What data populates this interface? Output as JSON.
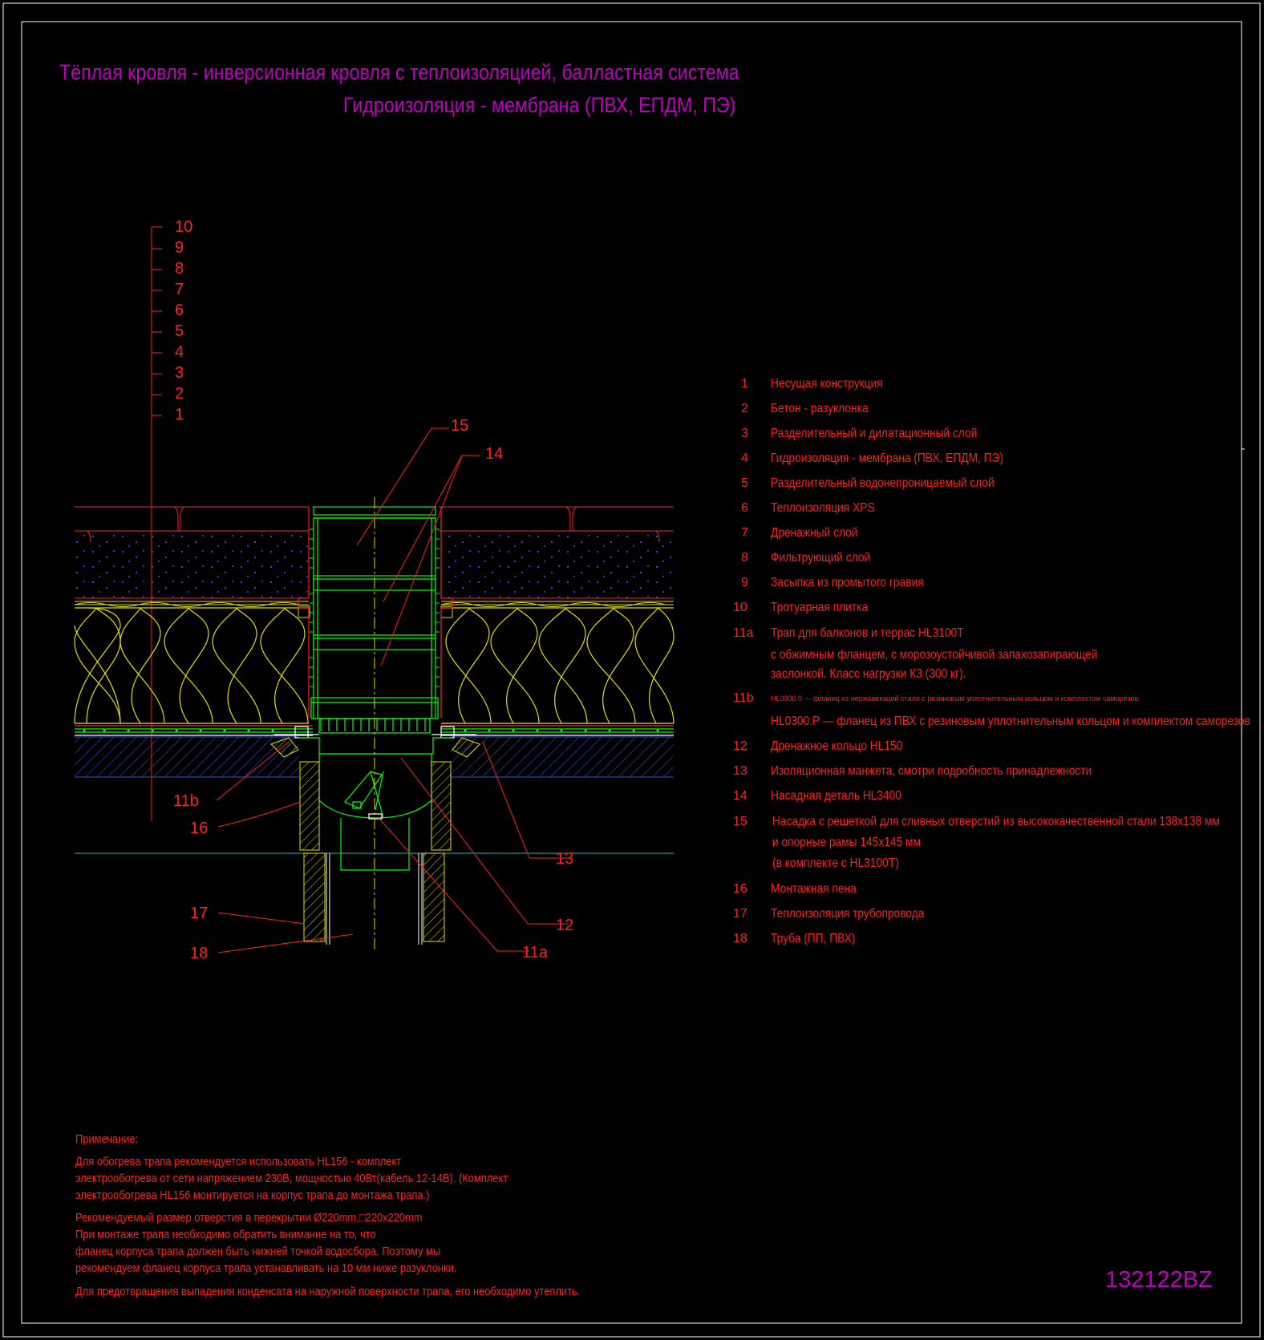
{
  "title": {
    "line1": "Тёплая кровля - инверсионная кровля с теплоизоляцией, балластная система",
    "line2": "Гидроизоляция - мембрана (ПВХ, ЕПДМ, ПЭ)"
  },
  "layer_scale": [
    "10",
    "9",
    "8",
    "7",
    "6",
    "5",
    "4",
    "3",
    "2",
    "1"
  ],
  "callouts": {
    "c15": "15",
    "c14": "14",
    "c11b": "11b",
    "c16": "16",
    "c13": "13",
    "c12": "12",
    "c17": "17",
    "c18": "18",
    "c11a": "11a"
  },
  "legend": [
    {
      "num": "1",
      "lines": [
        "Несущая конструкция"
      ]
    },
    {
      "num": "2",
      "lines": [
        "Бетон - разуклонка"
      ]
    },
    {
      "num": "3",
      "lines": [
        "Разделительный и дилатационный слой"
      ]
    },
    {
      "num": "4",
      "lines": [
        "Гидроизоляция - мембрана (ПВХ, ЕПДМ, ПЭ)"
      ]
    },
    {
      "num": "5",
      "lines": [
        "Разделительный водонепроницаемый слой"
      ]
    },
    {
      "num": "6",
      "lines": [
        "Теплоизоляция XPS"
      ]
    },
    {
      "num": "7",
      "lines": [
        "Дренажный слой"
      ]
    },
    {
      "num": "8",
      "lines": [
        "Фильтрующий слой"
      ]
    },
    {
      "num": "9",
      "lines": [
        "Засыпка из промытого гравия"
      ]
    },
    {
      "num": "10",
      "lines": [
        "Тротуарная плитка"
      ]
    },
    {
      "num": "11a",
      "lines": [
        "Трап для балконов и террас HL3100T",
        "с обжимным фланцем, с морозоустойчивой запахозапирающей",
        "заслонкой. Класс нагрузки К3 (300 кг)."
      ]
    },
    {
      "num": "11b",
      "small": "HL0300.0 — фланец из нержавеющей стали с резиновым уплотнительным кольцом и комплектом саморезов",
      "lines": [
        "HL0300.P — фланец из ПВХ с резиновым уплотнительным кольцом и комплектом саморезов"
      ]
    },
    {
      "num": "12",
      "lines": [
        "Дренажное кольцо HL150"
      ]
    },
    {
      "num": "13",
      "lines": [
        "Изоляционная  манжета, смотри подробность принадлежности"
      ]
    },
    {
      "num": "14",
      "lines": [
        "Насадная деталь HL3400"
      ]
    },
    {
      "num": "15",
      "lines": [
        "Насадка с решеткой для сливных отверстий из высококачественной стали 138x138 мм",
        "и опорные рамы 145x145 мм",
        "(в комплекте с HL3100T)"
      ]
    },
    {
      "num": "16",
      "lines": [
        "Монтажная пена"
      ]
    },
    {
      "num": "17",
      "lines": [
        "Теплоизоляция трубопровода"
      ]
    },
    {
      "num": "18",
      "lines": [
        "Труба (ПП, ПВХ)"
      ]
    }
  ],
  "notes": {
    "heading": "Примечание:",
    "para1": [
      "Для обогрева трапа рекомендуется использовать HL156 - комплект",
      "электрообогрева от сети напряжением 230В, мощностью 40Вт(кабель 12-14В). (Комплект",
      "электрообогрева HL156 монтируется на корпус трапа до монтажа трапа.)"
    ],
    "para2": [
      "Рекомендуемый размер отверстия в перекрытии Ø220mm,□220x220mm",
      "При монтаже трапа необходимо обратить внимание на то, что",
      "фланец корпуса трапа должен быть нижней точкой водосбора. Поэтому мы",
      "рекомендуем фланец корпуса трапа устанавливать на 10 мм ниже разуклонки."
    ],
    "para3": [
      "Для предотвращения выпадения конденсата на наружной поверхности трапа, его необходимо утеплить."
    ]
  },
  "drawing_code": "132122BZ",
  "colors": {
    "title": "#c000c0",
    "text": "#ff2020",
    "insulation": "#e0e000",
    "drain": "#00ff00",
    "concrete": "#2040c0",
    "frame": "#ffffff"
  }
}
